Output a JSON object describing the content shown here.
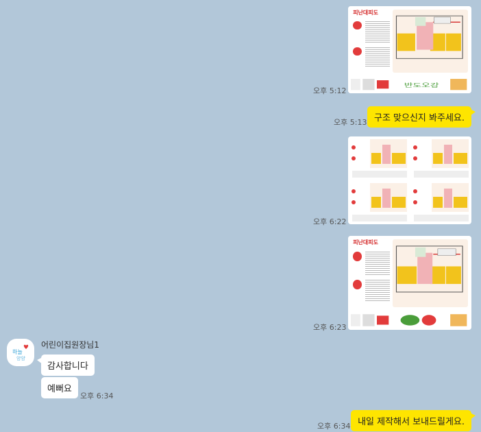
{
  "messages": {
    "m1": {
      "time": "오후 5:12"
    },
    "m2": {
      "text": "구조 맞으신지 봐주세요.",
      "time": "오후 5:13"
    },
    "m3": {
      "time": "오후 6:22"
    },
    "m4": {
      "time": "오후 6:23"
    },
    "other": {
      "sender": "어린이집원장님1",
      "text1": "감사합니다",
      "text2": "예뻐요",
      "time": "오후 6:34"
    },
    "m5": {
      "text": "내일 제작해서 보내드릴게요.",
      "time": "오후 6:34"
    }
  },
  "poster": {
    "title": "피난대피도",
    "logo_text": "반도오강"
  },
  "colors": {
    "background": "#b2c7d9",
    "my_bubble": "#fee500",
    "other_bubble": "#ffffff"
  }
}
